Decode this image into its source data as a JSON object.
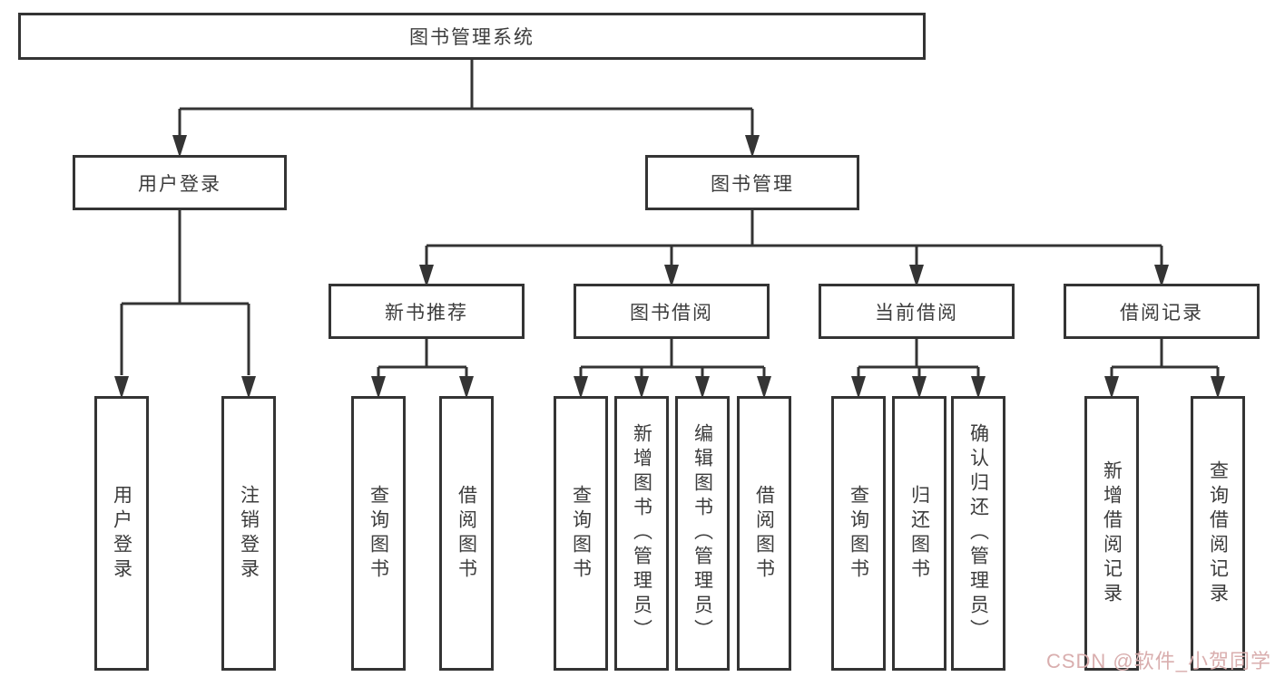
{
  "diagram": {
    "root": {
      "label": "图书管理系统"
    },
    "children": [
      {
        "label": "用户登录",
        "children": [
          {
            "label": "用户登录"
          },
          {
            "label": "注销登录"
          }
        ]
      },
      {
        "label": "图书管理",
        "children": [
          {
            "label": "新书推荐",
            "children": [
              {
                "label": "查询图书"
              },
              {
                "label": "借阅图书"
              }
            ]
          },
          {
            "label": "图书借阅",
            "children": [
              {
                "label": "查询图书"
              },
              {
                "label": "新增图书（管理员）"
              },
              {
                "label": "编辑图书（管理员）"
              },
              {
                "label": "借阅图书"
              }
            ]
          },
          {
            "label": "当前借阅",
            "children": [
              {
                "label": "查询图书"
              },
              {
                "label": "归还图书"
              },
              {
                "label": "确认归还（管理员）"
              }
            ]
          },
          {
            "label": "借阅记录",
            "children": [
              {
                "label": "新增借阅记录"
              },
              {
                "label": "查询借阅记录"
              }
            ]
          }
        ]
      }
    ]
  },
  "watermark": {
    "text": "CSDN @软件_小贺同学",
    "color": "#d9aeae"
  },
  "colors": {
    "line": "#343434",
    "box_border": "#343434",
    "text": "#3c3c3c",
    "background": "#ffffff"
  }
}
